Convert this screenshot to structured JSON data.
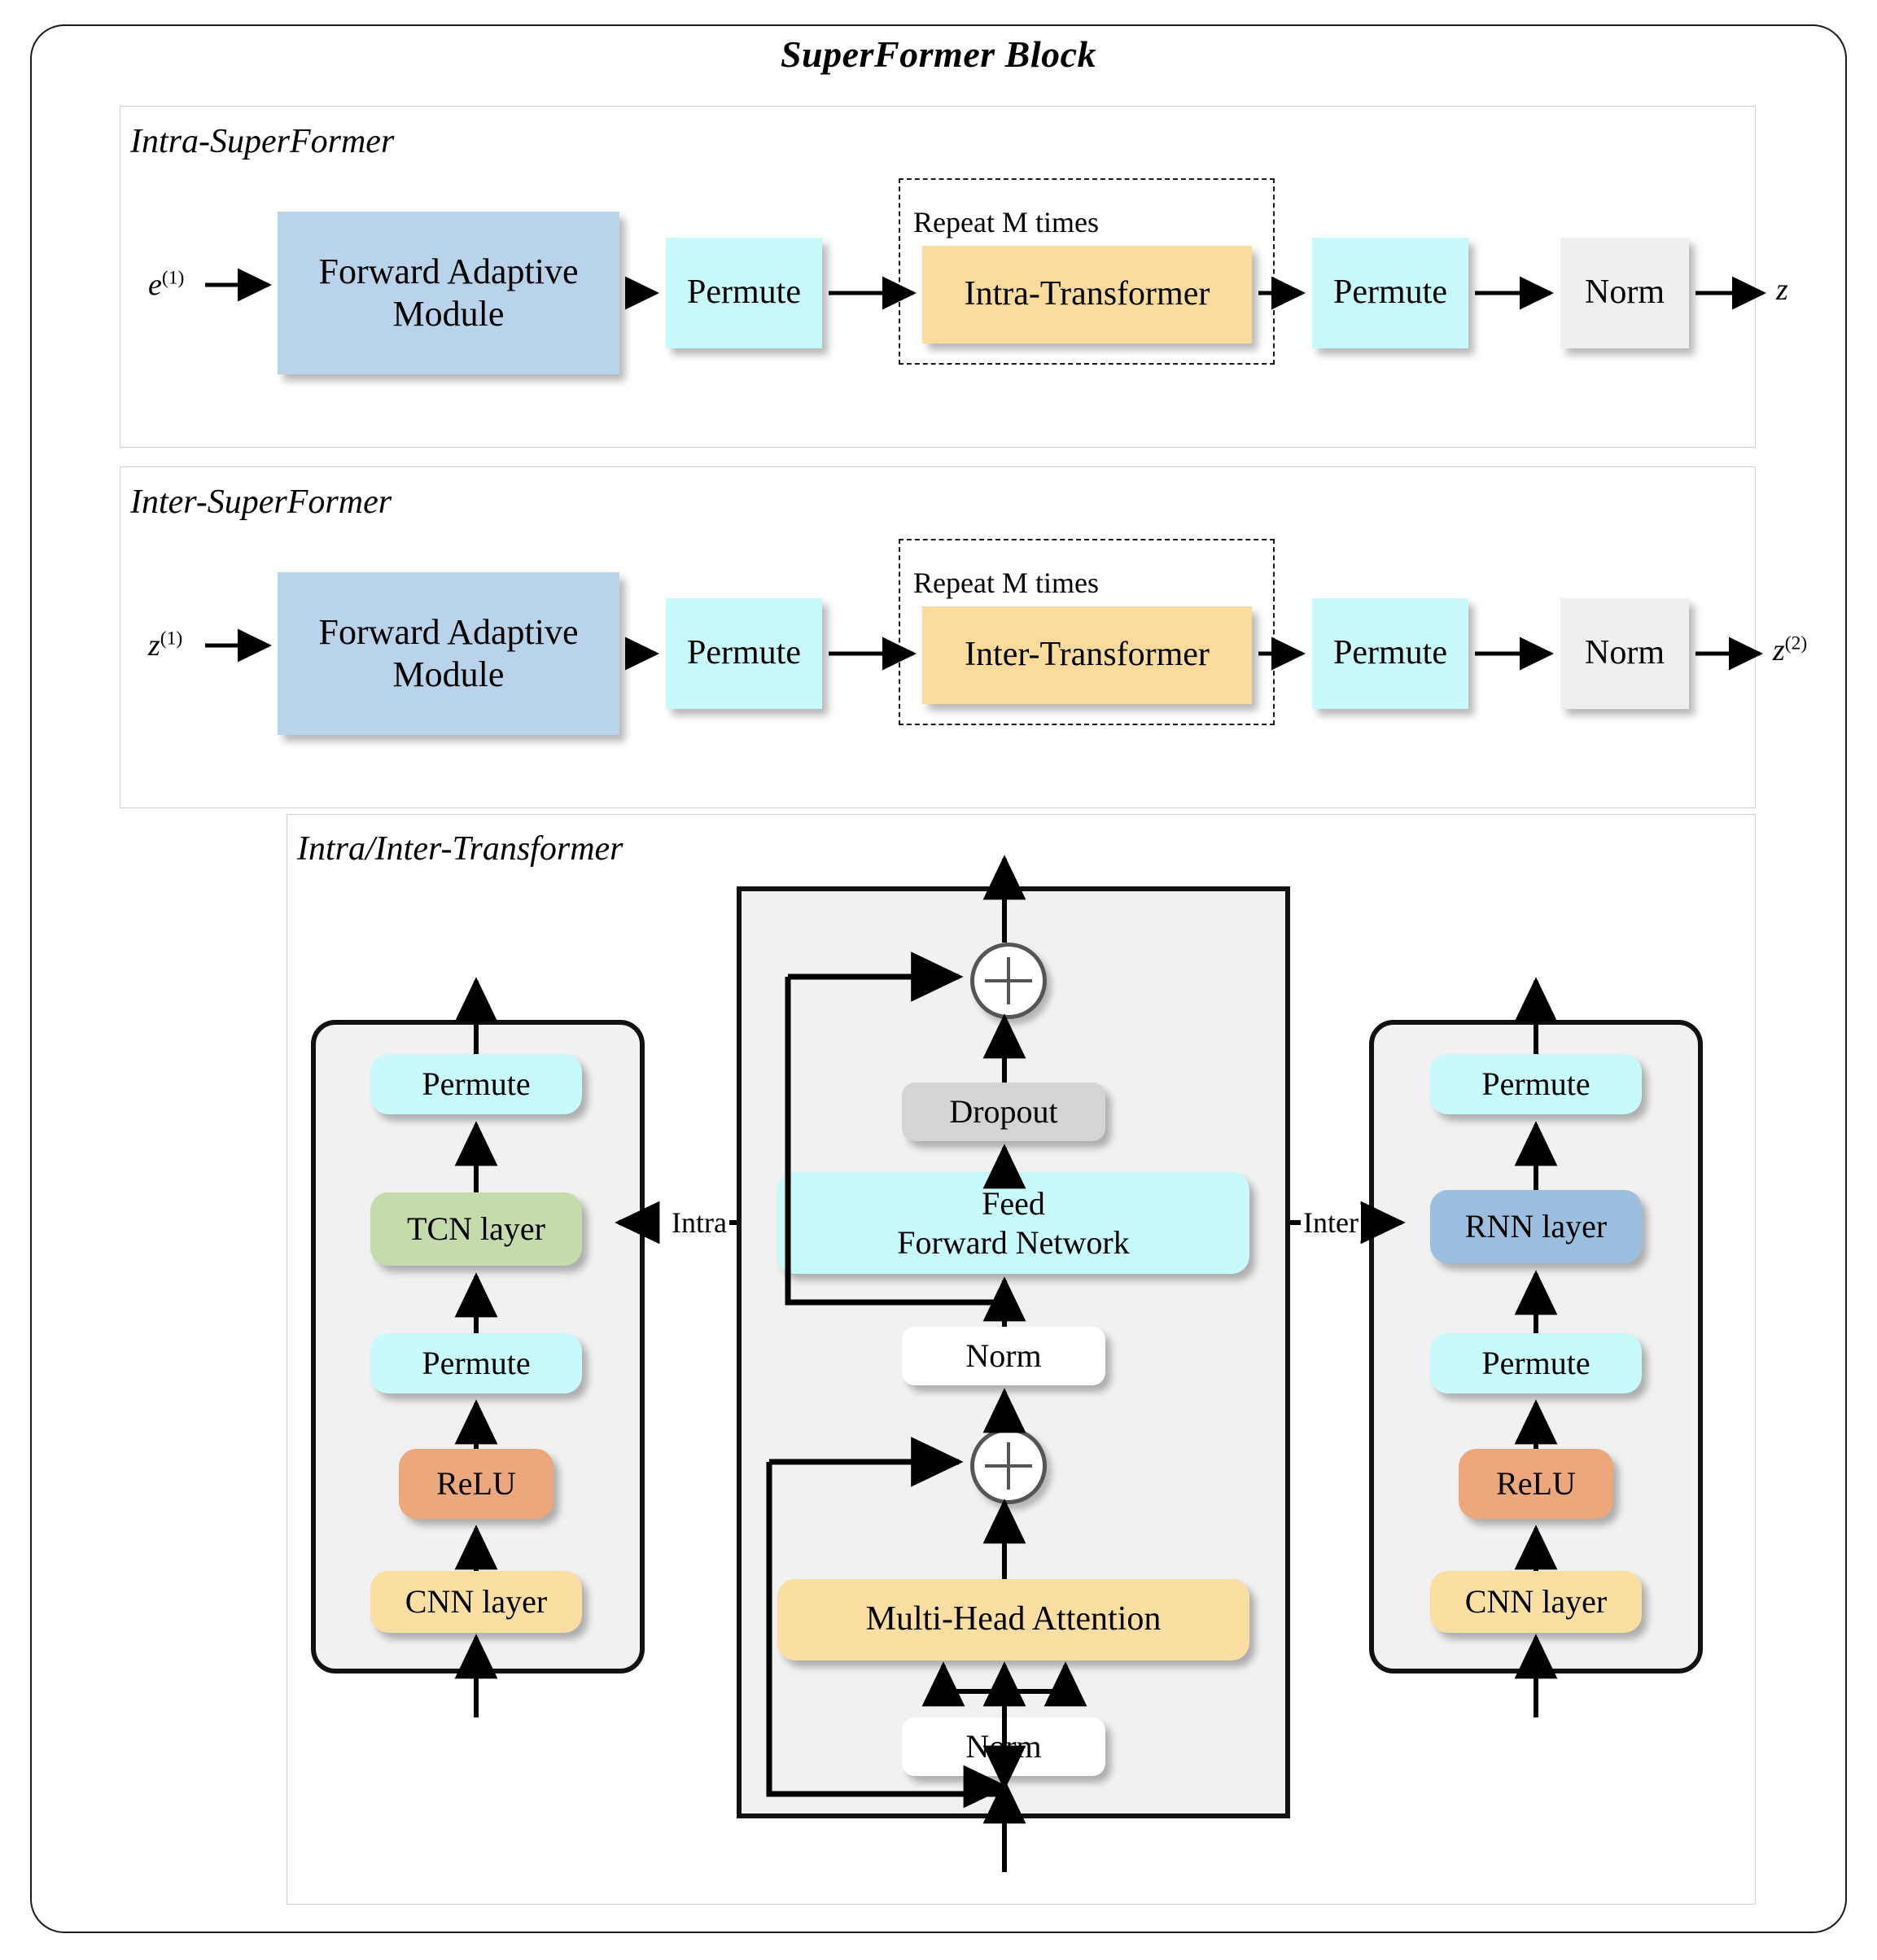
{
  "title": "SuperFormer Block",
  "sections": [
    {
      "name": "intra-superformer",
      "title": "Intra-SuperFormer",
      "input_label": "e",
      "input_sup": "(1)",
      "output_label": "z",
      "output_sup": "",
      "repeat_label": "Repeat M times",
      "nodes": [
        {
          "label": "Forward Adaptive\nModule",
          "color": "#b8d3ea"
        },
        {
          "label": "Permute",
          "color": "#c8fafc"
        },
        {
          "label": "Intra-Transformer",
          "color": "#fadb9c"
        },
        {
          "label": "Permute",
          "color": "#c8fafc"
        },
        {
          "label": "Norm",
          "color": "#efefef"
        }
      ]
    },
    {
      "name": "inter-superformer",
      "title": "Inter-SuperFormer",
      "input_label": "z",
      "input_sup": "(1)",
      "output_label": "z",
      "output_sup": "(2)",
      "repeat_label": "Repeat M times",
      "nodes": [
        {
          "label": "Forward Adaptive\nModule",
          "color": "#b8d3ea"
        },
        {
          "label": "Permute",
          "color": "#c8fafc"
        },
        {
          "label": "Inter-Transformer",
          "color": "#fadb9c"
        },
        {
          "label": "Permute",
          "color": "#c8fafc"
        },
        {
          "label": "Norm",
          "color": "#efefef"
        }
      ]
    }
  ],
  "transformer": {
    "title": "Intra/Inter-Transformer",
    "left_branch": {
      "name": "intra-branch",
      "connector_label": "Intra",
      "nodes": [
        {
          "label": "CNN layer",
          "color": "#fadb9c"
        },
        {
          "label": "ReLU",
          "color": "#eda77c"
        },
        {
          "label": "Permute",
          "color": "#c8fafc"
        },
        {
          "label": "TCN layer",
          "color": "#c5dbac"
        },
        {
          "label": "Permute",
          "color": "#c8fafc"
        }
      ]
    },
    "right_branch": {
      "name": "inter-branch",
      "connector_label": "Inter",
      "nodes": [
        {
          "label": "CNN layer",
          "color": "#fadb9c"
        },
        {
          "label": "ReLU",
          "color": "#eda77c"
        },
        {
          "label": "Permute",
          "color": "#c8fafc"
        },
        {
          "label": "RNN layer",
          "color": "#9dbfdf"
        },
        {
          "label": "Permute",
          "color": "#c8fafc"
        }
      ]
    },
    "core": {
      "norm_bottom": "Norm",
      "attention": "Multi-Head Attention",
      "add1": "+",
      "norm_mid": "Norm",
      "ffn": "Feed\nForward Network",
      "dropout": "Dropout",
      "add2": "+"
    }
  },
  "colors": {
    "blue": "#b8d3ea",
    "cyan": "#c8fafc",
    "yellow": "#fadb9c",
    "gray": "#efefef",
    "gray_dark": "#d4d4d4",
    "green": "#c5dbac",
    "orange": "#eda77c",
    "rnn_blue": "#9dbfdf",
    "stroke": "#111111"
  }
}
